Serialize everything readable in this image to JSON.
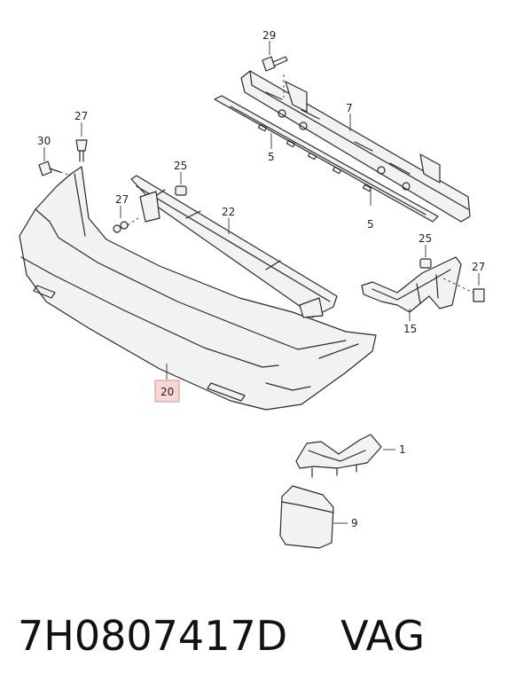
{
  "callouts": {
    "c29": "29",
    "c7": "7",
    "c27a": "27",
    "c30": "30",
    "c5a": "5",
    "c25a": "25",
    "c27b": "27",
    "c22": "22",
    "c5b": "5",
    "c25b": "25",
    "c27c": "27",
    "c15": "15",
    "c20": "20",
    "c1": "1",
    "c9": "9"
  },
  "footer": {
    "part_number": "7H0807417D",
    "brand": "VAG"
  },
  "colors": {
    "highlight": "#f7d6d6",
    "line": "#2a2a2a"
  }
}
